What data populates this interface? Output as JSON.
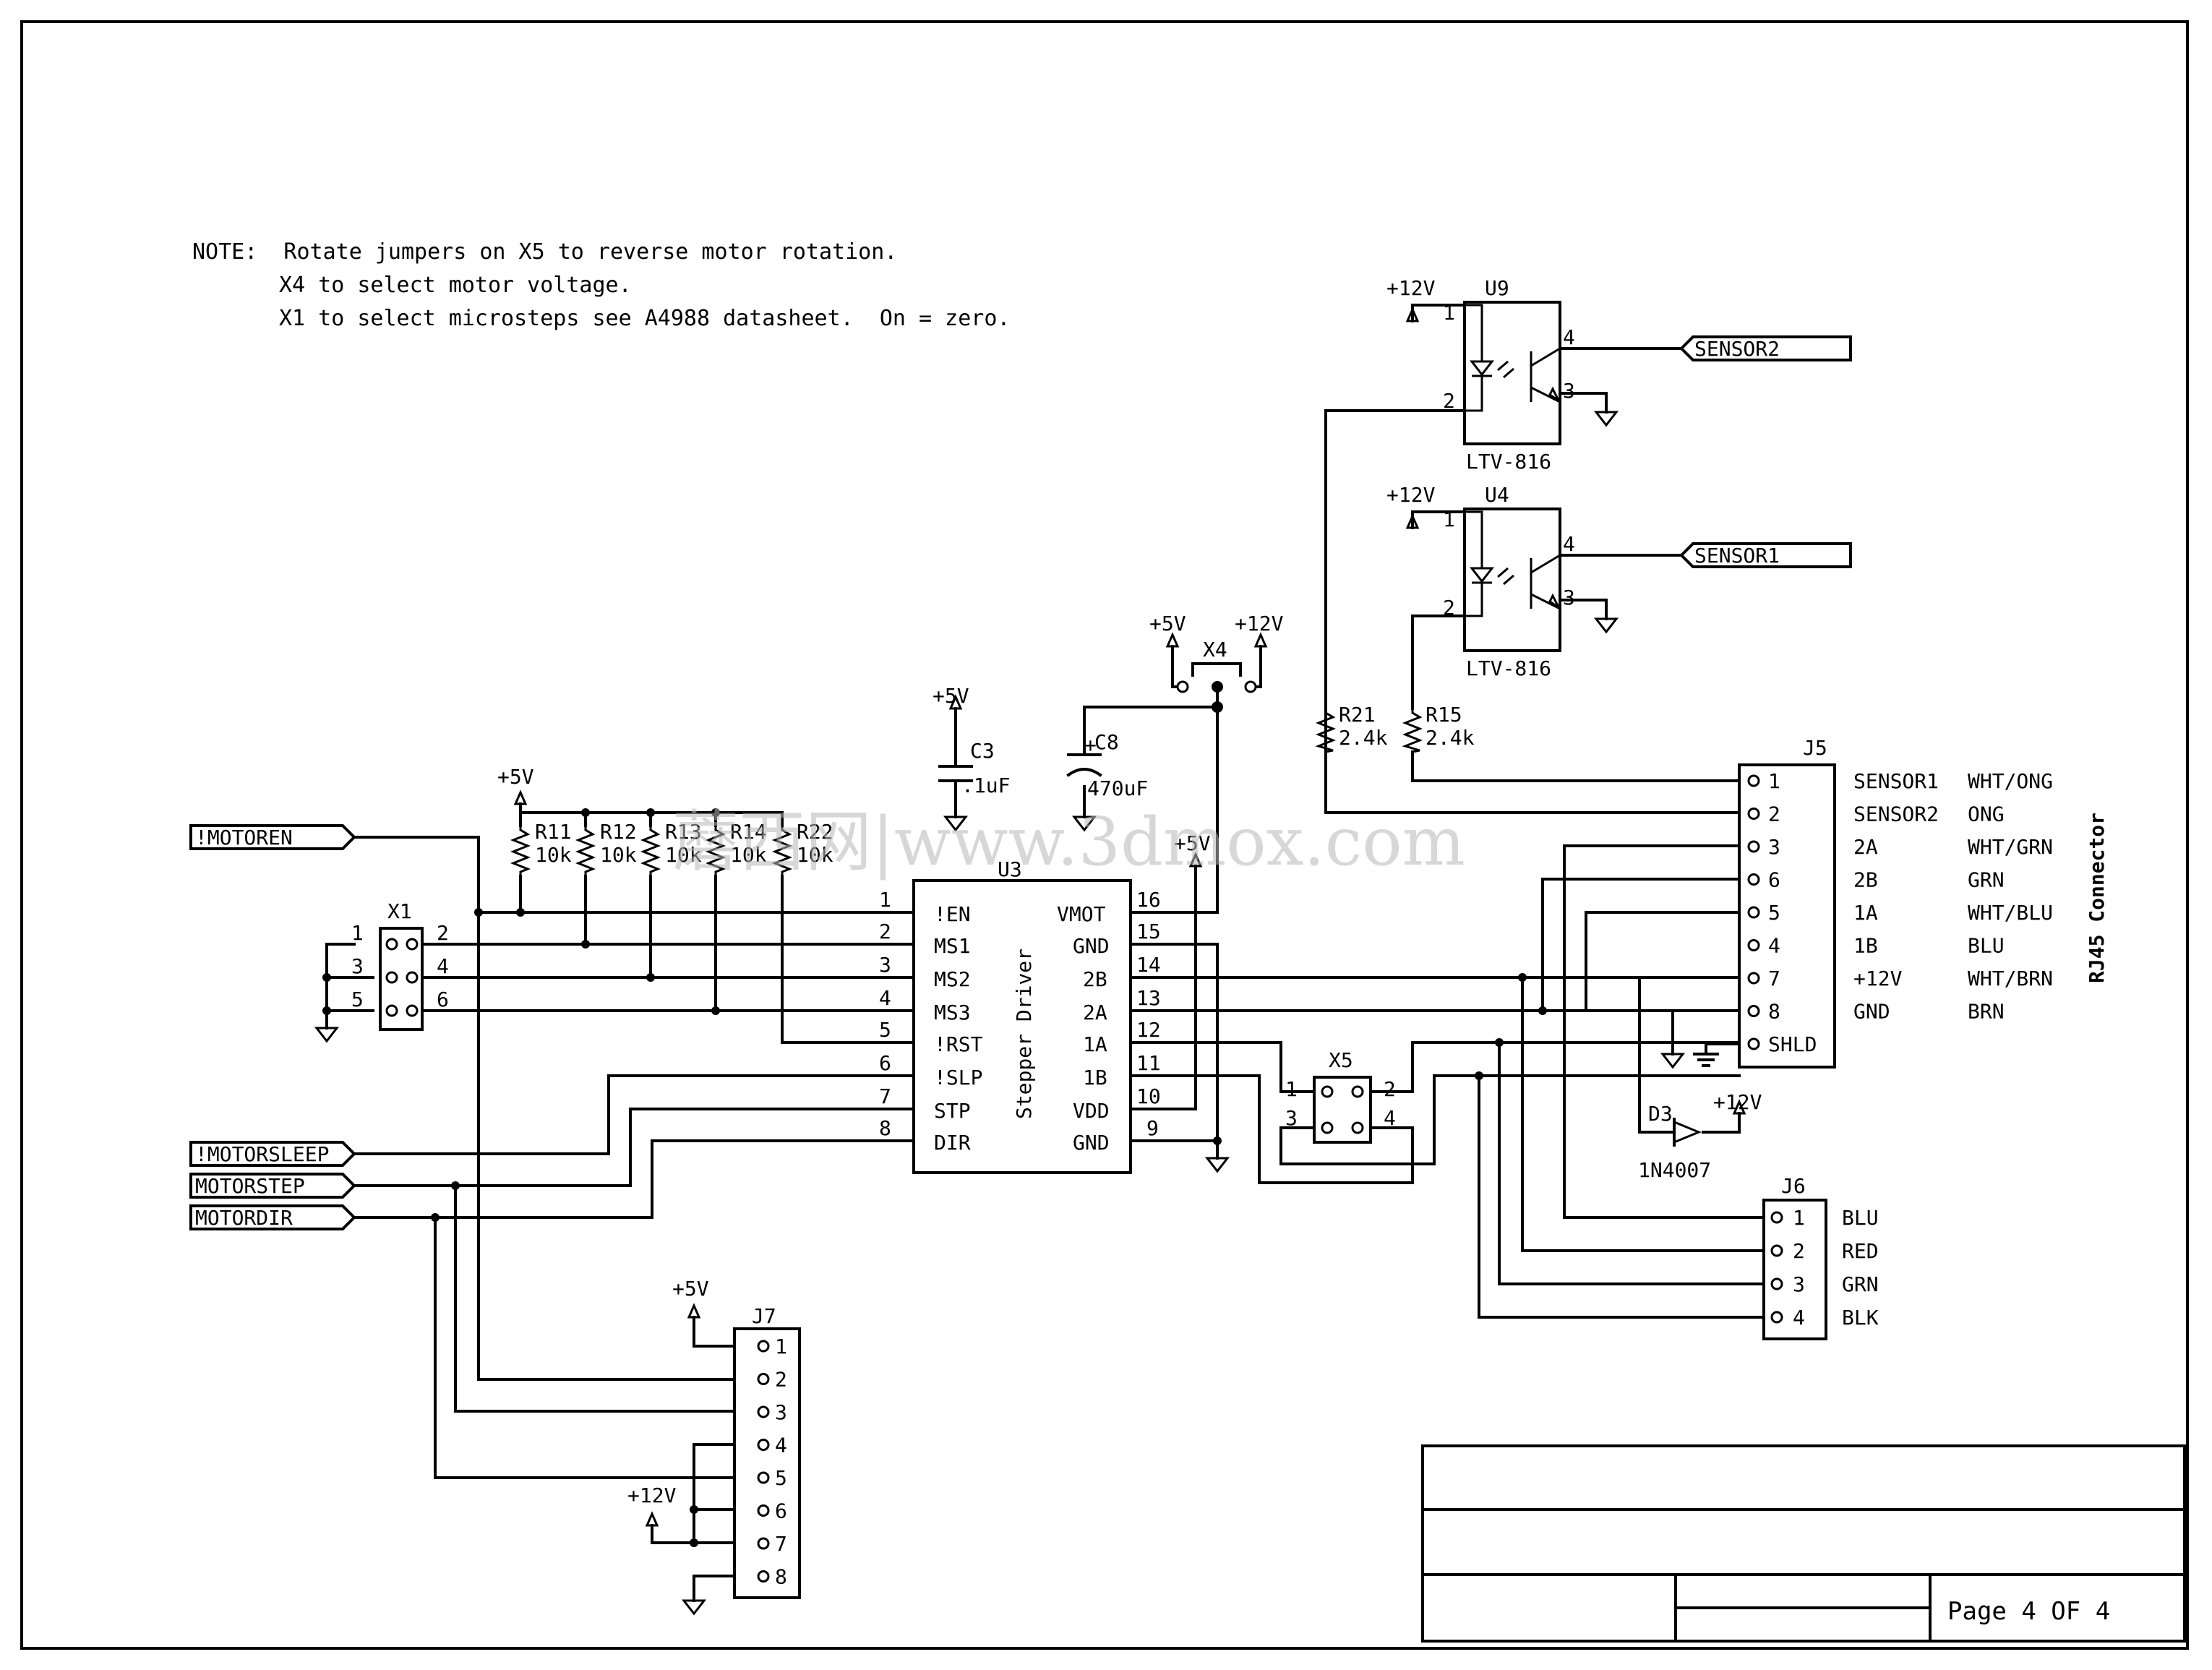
{
  "notes": [
    "NOTE:  Rotate jumpers on X5 to reverse motor rotation.",
    "X4 to select motor voltage.",
    "X1 to select microsteps see A4988 datasheet.  On = zero."
  ],
  "nets": {
    "motoren": "!MOTOREN",
    "motorsleep": "!MOTORSLEEP",
    "motorstep": "MOTORSTEP",
    "motordir": "MOTORDIR",
    "sensor1": "SENSOR1",
    "sensor2": "SENSOR2"
  },
  "power": {
    "p5v": "+5V",
    "p12v": "+12V"
  },
  "resistors": [
    {
      "ref": "R11",
      "value": "10k"
    },
    {
      "ref": "R12",
      "value": "10k"
    },
    {
      "ref": "R13",
      "value": "10k"
    },
    {
      "ref": "R14",
      "value": "10k"
    },
    {
      "ref": "R22",
      "value": "10k"
    },
    {
      "ref": "R21",
      "value": "2.4k"
    },
    {
      "ref": "R15",
      "value": "2.4k"
    }
  ],
  "capacitors": [
    {
      "ref": "C3",
      "value": ".1uF"
    },
    {
      "ref": "C8",
      "value": "470uF"
    }
  ],
  "u3": {
    "ref": "U3",
    "label": "Stepper Driver",
    "left_pins": [
      {
        "num": "1",
        "name": "!EN"
      },
      {
        "num": "2",
        "name": "MS1"
      },
      {
        "num": "3",
        "name": "MS2"
      },
      {
        "num": "4",
        "name": "MS3"
      },
      {
        "num": "5",
        "name": "!RST"
      },
      {
        "num": "6",
        "name": "!SLP"
      },
      {
        "num": "7",
        "name": "STP"
      },
      {
        "num": "8",
        "name": "DIR"
      }
    ],
    "right_pins": [
      {
        "num": "16",
        "name": "VMOT"
      },
      {
        "num": "15",
        "name": "GND"
      },
      {
        "num": "14",
        "name": "2B"
      },
      {
        "num": "13",
        "name": "2A"
      },
      {
        "num": "12",
        "name": "1A"
      },
      {
        "num": "11",
        "name": "1B"
      },
      {
        "num": "10",
        "name": "VDD"
      },
      {
        "num": "9",
        "name": "GND"
      }
    ]
  },
  "x1": {
    "ref": "X1",
    "pins": [
      "1",
      "2",
      "3",
      "4",
      "5",
      "6"
    ]
  },
  "x4": {
    "ref": "X4"
  },
  "x5": {
    "ref": "X5",
    "pins": [
      "1",
      "2",
      "3",
      "4"
    ]
  },
  "u9": {
    "ref": "U9",
    "part": "LTV-816",
    "pins": [
      "1",
      "2",
      "3",
      "4"
    ]
  },
  "u4": {
    "ref": "U4",
    "part": "LTV-816",
    "pins": [
      "1",
      "2",
      "3",
      "4"
    ]
  },
  "d3": {
    "ref": "D3",
    "part": "1N4007"
  },
  "j5": {
    "ref": "J5",
    "title": "RJ45 Connector",
    "rows": [
      {
        "pin": "1",
        "signal": "SENSOR1",
        "color": "WHT/ONG"
      },
      {
        "pin": "2",
        "signal": "SENSOR2",
        "color": "ONG"
      },
      {
        "pin": "3",
        "signal": "2A",
        "color": "WHT/GRN"
      },
      {
        "pin": "6",
        "signal": "2B",
        "color": "GRN"
      },
      {
        "pin": "5",
        "signal": "1A",
        "color": "WHT/BLU"
      },
      {
        "pin": "4",
        "signal": "1B",
        "color": "BLU"
      },
      {
        "pin": "7",
        "signal": "+12V",
        "color": "WHT/BRN"
      },
      {
        "pin": "8",
        "signal": "GND",
        "color": "BRN"
      },
      {
        "pin": "SHLD",
        "signal": "",
        "color": ""
      }
    ]
  },
  "j6": {
    "ref": "J6",
    "rows": [
      {
        "pin": "1",
        "color": "BLU"
      },
      {
        "pin": "2",
        "color": "RED"
      },
      {
        "pin": "3",
        "color": "GRN"
      },
      {
        "pin": "4",
        "color": "BLK"
      }
    ]
  },
  "j7": {
    "ref": "J7",
    "pins": [
      "1",
      "2",
      "3",
      "4",
      "5",
      "6",
      "7",
      "8"
    ]
  },
  "title_block": {
    "page": "Page 4 OF 4"
  },
  "watermark": "蘑西网|www.3dmox.com"
}
